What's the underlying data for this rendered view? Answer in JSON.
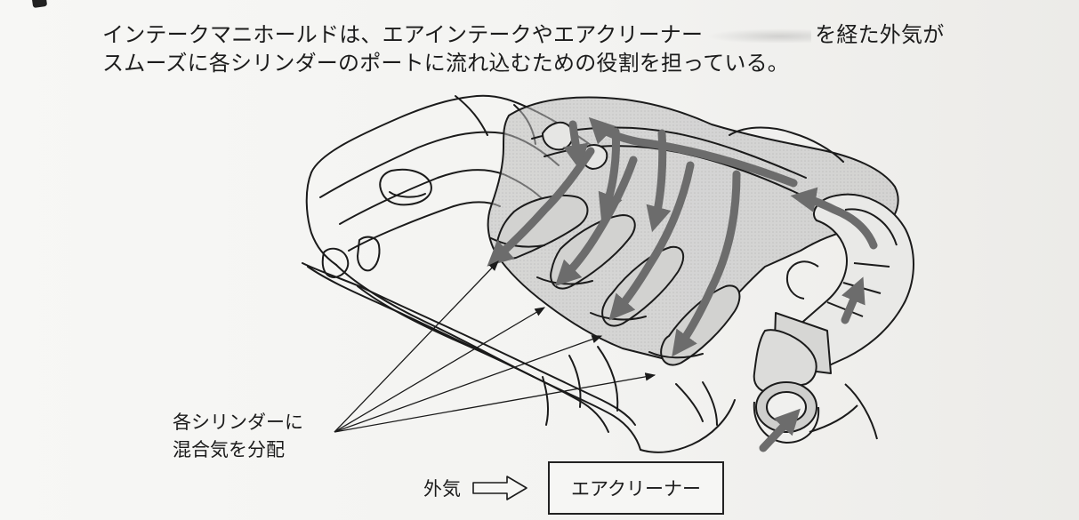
{
  "caption": {
    "line1_before": "インテークマニホールドは、エアインテークやエアクリーナー",
    "line1_after": "を経た外気が",
    "line2": "スムーズに各シリンダーのポートに流れ込むための役割を担っている。"
  },
  "labels": {
    "mix_line1": "各シリンダーに",
    "mix_line2": "混合気を分配"
  },
  "flow": {
    "start_label": "外気",
    "box_label": "エアクリーナー"
  },
  "icons": {
    "flow_arrow": "hollow-right-arrow",
    "air_flow": "dark-gray-curved-arrow"
  },
  "colors": {
    "ink": "#1b1b1b",
    "airflow": "#6c6c6c",
    "paper": "#f3f3f1"
  }
}
